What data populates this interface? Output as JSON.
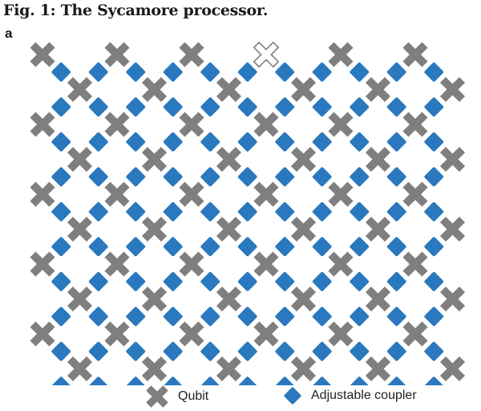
{
  "figure": {
    "title": "Fig. 1: The Sycamore processor.",
    "panel_label": "a"
  },
  "colors": {
    "qubit": "#7f7f7f",
    "coupler": "#2a79be",
    "missing_qubit_stroke": "#7f7f7f",
    "missing_qubit_fill": "#ffffff"
  },
  "icons": {
    "qubit": "x-cross-icon",
    "coupler": "diamond-icon"
  },
  "layout": {
    "qubit_rows": 11,
    "missing_qubit_row": 0,
    "missing_qubit_col": 3
  },
  "legend": {
    "qubit_label": "Qubit",
    "coupler_label": "Adjustable coupler"
  }
}
